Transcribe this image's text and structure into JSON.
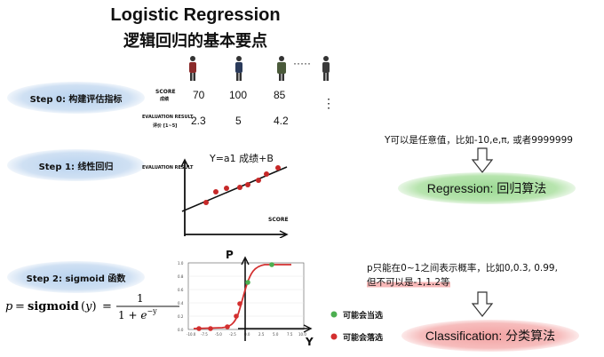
{
  "title": {
    "en": "Logistic Regression",
    "zh": "逻辑回归的基本要点"
  },
  "steps": {
    "step0": "Step 0: 构建评估指标",
    "step1": "Step 1: 线性回归",
    "step2": "Step 2: sigmoid 函数"
  },
  "table": {
    "score_label": "SCORE",
    "score_sub": "成绩",
    "eval_label": "EVALUATION RESULT",
    "eval_sub": "评价 [1~5]",
    "scores": [
      "70",
      "100",
      "85"
    ],
    "evals": [
      "2.3",
      "5",
      "4.2"
    ],
    "more": "·····",
    "more_v": "⋮"
  },
  "linear": {
    "eval_label": "EVALUATION RESULT",
    "equation": "Y=a1 成绩+B",
    "x_label": "SCORE"
  },
  "formula": "p = sigmoid(y) = 1 / (1 + e^-y)",
  "sigmoid": {
    "p_label": "P",
    "y_label": "Y",
    "yticks": [
      "1.0",
      "0.8",
      "0.6",
      "0.4",
      "0.2",
      "0.0"
    ],
    "xticks": [
      "-10.0",
      "-7.5",
      "-5.0",
      "-2.5",
      "0.0",
      "2.5",
      "5.0",
      "7.5",
      "10.0"
    ]
  },
  "legend": {
    "selected": "可能会当选",
    "not_selected": "可能会落选"
  },
  "regression": {
    "note": "Y可以是任意值，比如-10,e,π, 或者9999999",
    "label": "Regression: 回归算法"
  },
  "classification": {
    "note_line1": "p只能在0~1之间表示概率，比如0,0.3, 0.99,",
    "note_line2": "但不可以是-1,1.2等",
    "label": "Classification: 分类算法"
  },
  "colors": {
    "green": "#4caf50",
    "red": "#d32f2f",
    "blue_bubble": "#b9d3ef"
  }
}
